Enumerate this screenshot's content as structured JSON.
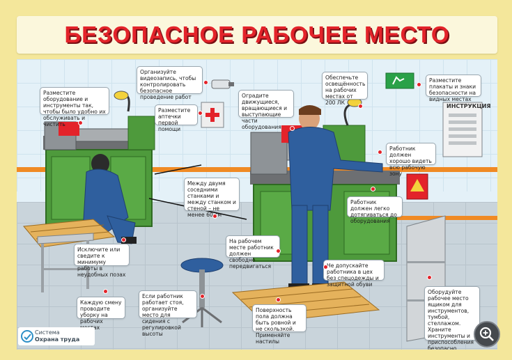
{
  "poster": {
    "title": "БЕЗОПАСНОЕ РАБОЧЕЕ МЕСТО",
    "instruction_board_label": "ИНСТРУКЦИЯ",
    "logo_line1": "Система",
    "logo_line2": "Охрана труда",
    "callouts": [
      {
        "id": "equipment",
        "text": "Разместите оборудование и инструменты так, чтобы было удобно их обслуживать и чистить"
      },
      {
        "id": "video",
        "text": "Организуйте видеозапись, чтобы контролировать безопасное проведение работ"
      },
      {
        "id": "first-aid",
        "text": "Разместите аптечки первой помощи"
      },
      {
        "id": "moving-parts",
        "text": "Оградите движущиеся, вращающиеся и выступающие части оборудования"
      },
      {
        "id": "lighting",
        "text": "Обеспечьте освещённость на рабочих местах от 200 ЛК"
      },
      {
        "id": "posters",
        "text": "Разместите плакаты и знаки безопасности на видных местах"
      },
      {
        "id": "work-zone",
        "text": "Работник должен хорошо видеть всю рабочую зону"
      },
      {
        "id": "distance",
        "text": "Между двумя соседними станками и между станком и стеной – не менее 60 см"
      },
      {
        "id": "reach",
        "text": "Работник должен легко дотягиваться до оборудования"
      },
      {
        "id": "free-movement",
        "text": "На рабочем месте работник должен свободно передвигаться"
      },
      {
        "id": "postures",
        "text": "Исключите или сведите к минимуму работы в неудобных позах"
      },
      {
        "id": "clothing",
        "text": "Не допускайте работника в цех без спецодежды и защитной обуви"
      },
      {
        "id": "cleaning",
        "text": "Каждую смену проводите уборку на рабочих местах"
      },
      {
        "id": "seat",
        "text": "Если работник работает стоя, организуйте место для сидения с регулировкой высоты"
      },
      {
        "id": "floor",
        "text": "Поверхность пола должна быть ровной и не скользкой. Применяйте настилы"
      },
      {
        "id": "storage",
        "text": "Оборудуйте рабочее место ящиком для инструментов, тумбой, стеллажом. Храните инструменты и приспособления безопасно"
      }
    ]
  },
  "colors": {
    "frame": "#f4e79b",
    "title": "#e3232a",
    "machine": "#4e9a3c",
    "overalls": "#2f5f9e",
    "pipe": "#f08a24",
    "marker": "#e3232a"
  },
  "icons": {
    "zoom": "zoom-in-icon",
    "exit": "emergency-exit-sign-icon",
    "first_aid": "first-aid-kit-icon",
    "camera": "cctv-camera-icon",
    "alarm": "fire-alarm-icon"
  }
}
